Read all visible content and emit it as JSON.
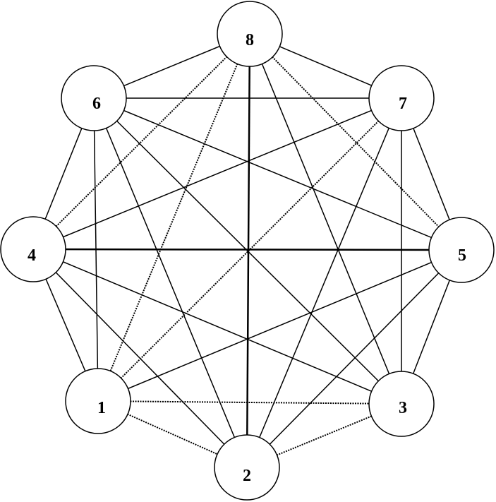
{
  "nodes": [
    {
      "id": "8",
      "label": "8"
    },
    {
      "id": "7",
      "label": "7"
    },
    {
      "id": "5",
      "label": "5"
    },
    {
      "id": "3",
      "label": "3"
    },
    {
      "id": "2",
      "label": "2"
    },
    {
      "id": "1",
      "label": "1"
    },
    {
      "id": "4",
      "label": "4"
    },
    {
      "id": "6",
      "label": "6"
    }
  ],
  "edges": [
    {
      "from": "8",
      "to": "6",
      "style": "solid"
    },
    {
      "from": "8",
      "to": "7",
      "style": "solid"
    },
    {
      "from": "8",
      "to": "4",
      "style": "dotted"
    },
    {
      "from": "8",
      "to": "1",
      "style": "dotted"
    },
    {
      "from": "8",
      "to": "2",
      "style": "bold"
    },
    {
      "from": "8",
      "to": "3",
      "style": "solid"
    },
    {
      "from": "8",
      "to": "5",
      "style": "dotted"
    },
    {
      "from": "6",
      "to": "7",
      "style": "solid"
    },
    {
      "from": "6",
      "to": "4",
      "style": "solid"
    },
    {
      "from": "6",
      "to": "1",
      "style": "solid"
    },
    {
      "from": "6",
      "to": "2",
      "style": "solid"
    },
    {
      "from": "6",
      "to": "3",
      "style": "solid"
    },
    {
      "from": "6",
      "to": "5",
      "style": "solid"
    },
    {
      "from": "7",
      "to": "4",
      "style": "solid"
    },
    {
      "from": "7",
      "to": "1",
      "style": "dotted"
    },
    {
      "from": "7",
      "to": "2",
      "style": "solid"
    },
    {
      "from": "7",
      "to": "3",
      "style": "solid"
    },
    {
      "from": "7",
      "to": "5",
      "style": "solid"
    },
    {
      "from": "4",
      "to": "5",
      "style": "bold"
    },
    {
      "from": "4",
      "to": "1",
      "style": "solid"
    },
    {
      "from": "4",
      "to": "2",
      "style": "solid"
    },
    {
      "from": "4",
      "to": "3",
      "style": "solid"
    },
    {
      "from": "5",
      "to": "1",
      "style": "solid"
    },
    {
      "from": "5",
      "to": "2",
      "style": "solid"
    },
    {
      "from": "5",
      "to": "3",
      "style": "solid"
    },
    {
      "from": "1",
      "to": "3",
      "style": "dotted"
    },
    {
      "from": "1",
      "to": "2",
      "style": "dotted"
    },
    {
      "from": "2",
      "to": "3",
      "style": "dotted"
    }
  ]
}
